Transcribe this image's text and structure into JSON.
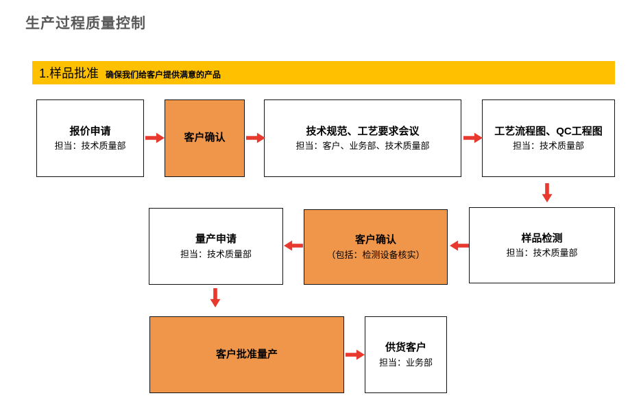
{
  "page": {
    "title": "生产过程质量控制"
  },
  "banner": {
    "title": "1.样品批准",
    "subtitle": "确保我们给客户提供满意的产品"
  },
  "colors": {
    "banner_yellow": "#FFC000",
    "node_orange": "#F0964B",
    "node_white": "#FFFFFF",
    "arrow_red": "#E8392E",
    "title_gray": "#595959"
  },
  "nodes": [
    {
      "title": "报价申请",
      "subtitle": "担当：技术质量部"
    },
    {
      "title": "客户确认",
      "subtitle": ""
    },
    {
      "title": "技术规范、工艺要求会议",
      "subtitle": "担当：客户、业务部、技术质量部"
    },
    {
      "title": "工艺流程图、QC工程图",
      "subtitle": "担当：技术质量部"
    },
    {
      "title": "样品检测",
      "subtitle": "担当：技术质量部"
    },
    {
      "title": "客户确认",
      "subtitle": "（包括：检测设备核实）"
    },
    {
      "title": "量产申请",
      "subtitle": "担当：技术质量部"
    },
    {
      "title": "客户批准量产",
      "subtitle": ""
    },
    {
      "title": "供货客户",
      "subtitle": "担当：业务部"
    }
  ]
}
